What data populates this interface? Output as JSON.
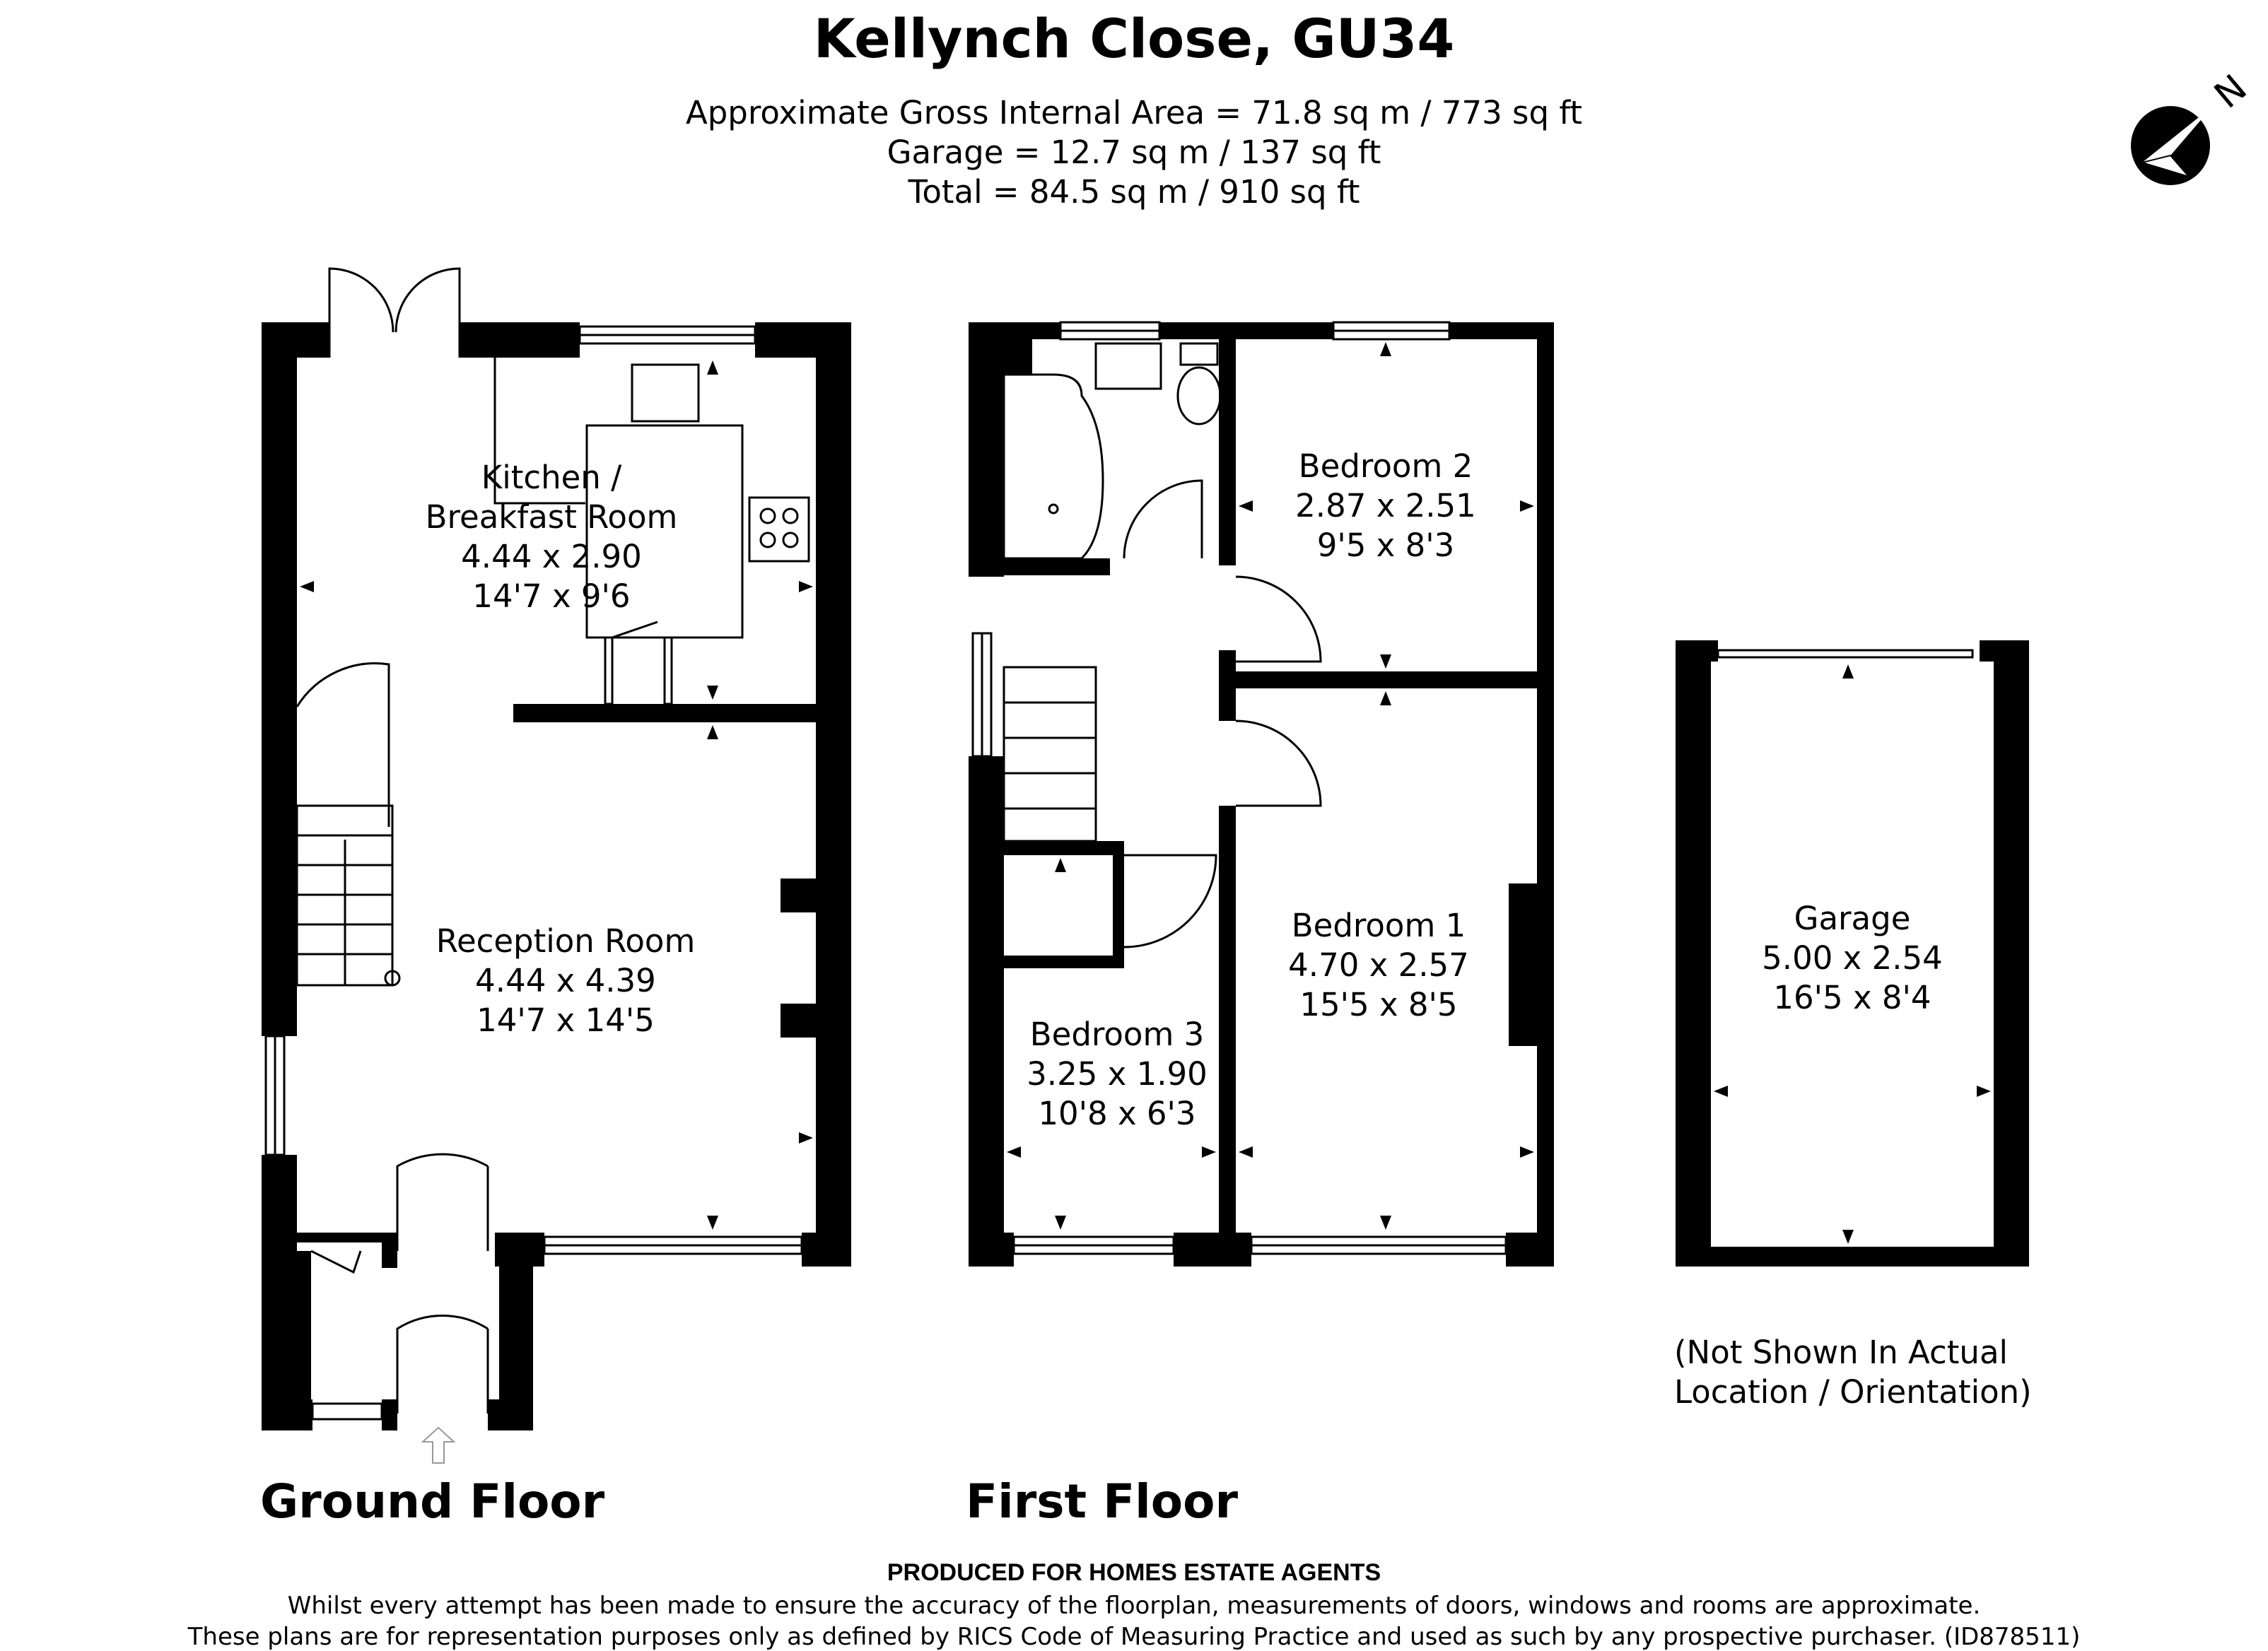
{
  "title": "Kellynch Close, GU34",
  "areas": {
    "line1": "Approximate Gross Internal Area = 71.8 sq m / 773 sq ft",
    "line2": "Garage = 12.7 sq m / 137 sq ft",
    "line3": "Total = 84.5 sq m / 910 sq ft"
  },
  "compass": {
    "letter": "N"
  },
  "floors": {
    "ground": {
      "label": "Ground Floor"
    },
    "first": {
      "label": "First Floor"
    }
  },
  "rooms": {
    "kitchen": {
      "name_line1": "Kitchen /",
      "name_line2": "Breakfast Room",
      "metric": "4.44 x 2.90",
      "imperial": "14'7 x 9'6"
    },
    "reception": {
      "name": "Reception Room",
      "metric": "4.44 x 4.39",
      "imperial": "14'7 x 14'5"
    },
    "bedroom2": {
      "name": "Bedroom 2",
      "metric": "2.87 x 2.51",
      "imperial": "9'5 x 8'3"
    },
    "bedroom1": {
      "name": "Bedroom 1",
      "metric": "4.70 x 2.57",
      "imperial": "15'5 x 8'5"
    },
    "bedroom3": {
      "name": "Bedroom 3",
      "metric": "3.25 x 1.90",
      "imperial": "10'8 x 6'3"
    },
    "garage": {
      "name": "Garage",
      "metric": "5.00 x 2.54",
      "imperial": "16'5 x 8'4"
    }
  },
  "garage_note": {
    "line1": "(Not Shown In Actual",
    "line2": "Location / Orientation)"
  },
  "footer": {
    "produced": "PRODUCED FOR HOMES ESTATE AGENTS",
    "line1": "Whilst every attempt has been made to ensure the accuracy of the floorplan, measurements of doors, windows and rooms are approximate.",
    "line2": "These plans are for representation purposes only as defined by RICS Code of Measuring Practice and used as such by any prospective purchaser. (ID878511)"
  }
}
